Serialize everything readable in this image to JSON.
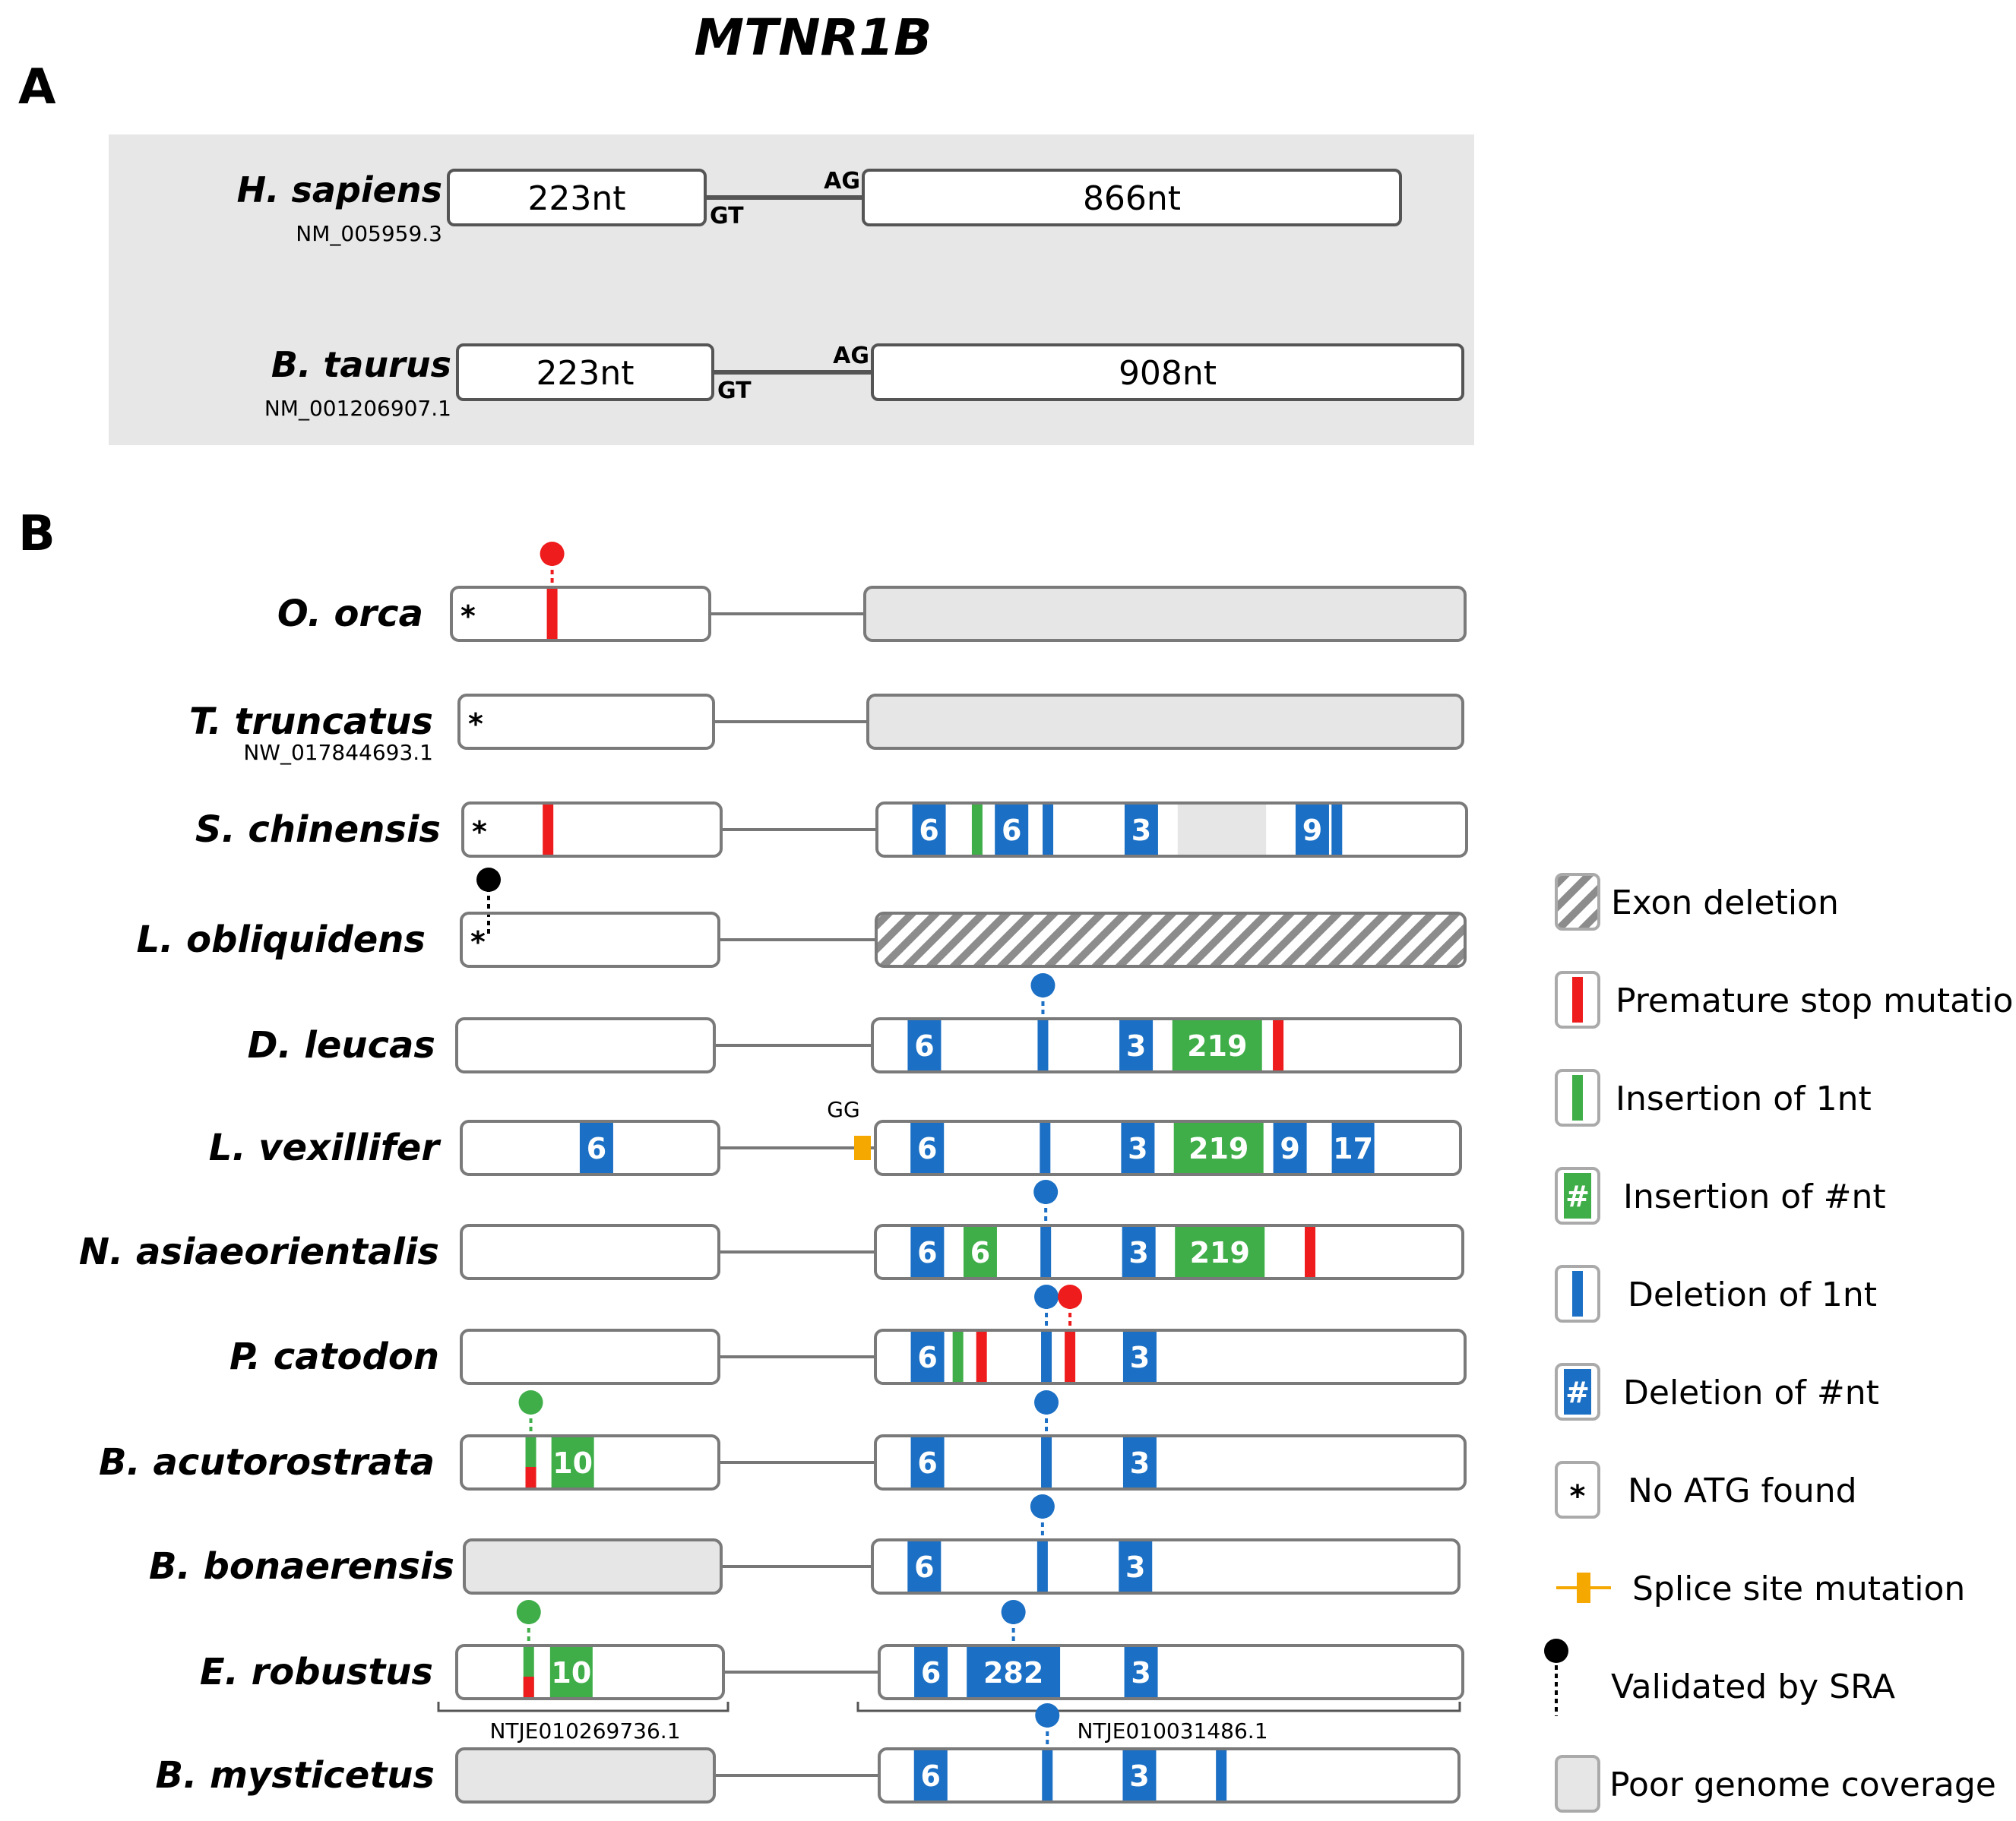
{
  "title": "MTNR1B",
  "panel_a": {
    "label": "A",
    "species": [
      {
        "name": "H. sapiens",
        "accession": "NM_005959.3",
        "exon1": "223nt",
        "exon2": "866nt",
        "donor": "GT",
        "acceptor": "AG"
      },
      {
        "name": "B. taurus",
        "accession": "NM_001206907.1",
        "exon1": "223nt",
        "exon2": "908nt",
        "donor": "GT",
        "acceptor": "AG"
      }
    ]
  },
  "panel_b": {
    "label": "B",
    "species": [
      {
        "name": "O. orca",
        "ex2": "poor",
        "marks": [
          {
            "exon": 1,
            "type": "noatg"
          },
          {
            "exon": 1,
            "type": "stop",
            "at": 0.39,
            "pin": "red"
          }
        ]
      },
      {
        "name": "T. truncatus",
        "accession": "NW_017844693.1",
        "ex2": "poor",
        "marks": [
          {
            "exon": 1,
            "type": "noatg"
          }
        ]
      },
      {
        "name": "S. chinensis",
        "marks": [
          {
            "exon": 1,
            "type": "noatg"
          },
          {
            "exon": 1,
            "type": "stop",
            "at": 0.33
          },
          {
            "exon": 2,
            "type": "deln",
            "at": 0.06,
            "label": "6"
          },
          {
            "exon": 2,
            "type": "ins1",
            "at": 0.17
          },
          {
            "exon": 2,
            "type": "deln",
            "at": 0.2,
            "label": "6"
          },
          {
            "exon": 2,
            "type": "del1",
            "at": 0.29
          },
          {
            "exon": 2,
            "type": "deln",
            "at": 0.42,
            "label": "3"
          },
          {
            "exon": 2,
            "type": "gap",
            "at": 0.51,
            "end": 0.66
          },
          {
            "exon": 2,
            "type": "deln",
            "at": 0.71,
            "label": "9"
          },
          {
            "exon": 2,
            "type": "del1",
            "at": 0.78
          }
        ]
      },
      {
        "name": "L. obliquidens",
        "ex2": "deleted",
        "marks": [
          {
            "exon": 1,
            "type": "noatg",
            "validated": true
          }
        ]
      },
      {
        "name": "D. leucas",
        "marks": [
          {
            "exon": 2,
            "type": "deln",
            "at": 0.06,
            "label": "6"
          },
          {
            "exon": 2,
            "type": "del1",
            "at": 0.29,
            "pin": "blue"
          },
          {
            "exon": 2,
            "type": "deln",
            "at": 0.42,
            "label": "3"
          },
          {
            "exon": 2,
            "type": "insn",
            "at": 0.51,
            "label": "219"
          },
          {
            "exon": 2,
            "type": "stop",
            "at": 0.69
          }
        ]
      },
      {
        "name": "L. vexillifer",
        "splice_label": "GG",
        "marks": [
          {
            "exon": 1,
            "type": "deln",
            "at": 0.46,
            "label": "6"
          },
          {
            "exon": 2,
            "type": "splice"
          },
          {
            "exon": 2,
            "type": "deln",
            "at": 0.06,
            "label": "6"
          },
          {
            "exon": 2,
            "type": "del1",
            "at": 0.29
          },
          {
            "exon": 2,
            "type": "deln",
            "at": 0.42,
            "label": "3"
          },
          {
            "exon": 2,
            "type": "insn",
            "at": 0.51,
            "label": "219"
          },
          {
            "exon": 2,
            "type": "deln",
            "at": 0.68,
            "label": "9"
          },
          {
            "exon": 2,
            "type": "deln",
            "at": 0.78,
            "label": "17"
          }
        ]
      },
      {
        "name": "N. asiaeorientalis",
        "marks": [
          {
            "exon": 2,
            "type": "deln",
            "at": 0.06,
            "label": "6"
          },
          {
            "exon": 2,
            "type": "insn",
            "at": 0.15,
            "label": "6"
          },
          {
            "exon": 2,
            "type": "del1",
            "at": 0.29,
            "pin": "blue"
          },
          {
            "exon": 2,
            "type": "deln",
            "at": 0.42,
            "label": "3"
          },
          {
            "exon": 2,
            "type": "insn",
            "at": 0.51,
            "label": "219"
          },
          {
            "exon": 2,
            "type": "stop",
            "at": 0.74
          }
        ]
      },
      {
        "name": "P. catodon",
        "marks": [
          {
            "exon": 2,
            "type": "deln",
            "at": 0.06,
            "label": "6"
          },
          {
            "exon": 2,
            "type": "ins1",
            "at": 0.14
          },
          {
            "exon": 2,
            "type": "stop",
            "at": 0.18
          },
          {
            "exon": 2,
            "type": "del1",
            "at": 0.29,
            "pin": "blue"
          },
          {
            "exon": 2,
            "type": "stop",
            "at": 0.33,
            "pin": "red"
          },
          {
            "exon": 2,
            "type": "deln",
            "at": 0.42,
            "label": "3"
          }
        ]
      },
      {
        "name": "B. acutorostrata",
        "marks": [
          {
            "exon": 1,
            "type": "insstop",
            "at": 0.27,
            "pin": "green"
          },
          {
            "exon": 1,
            "type": "insn",
            "at": 0.35,
            "label": "10"
          },
          {
            "exon": 2,
            "type": "deln",
            "at": 0.06,
            "label": "6"
          },
          {
            "exon": 2,
            "type": "del1",
            "at": 0.29,
            "pin": "blue"
          },
          {
            "exon": 2,
            "type": "deln",
            "at": 0.42,
            "label": "3"
          }
        ]
      },
      {
        "name": "B. bonaerensis",
        "ex1": "poor",
        "marks": [
          {
            "exon": 2,
            "type": "deln",
            "at": 0.06,
            "label": "6"
          },
          {
            "exon": 2,
            "type": "del1",
            "at": 0.29,
            "pin": "blue"
          },
          {
            "exon": 2,
            "type": "deln",
            "at": 0.42,
            "label": "3"
          }
        ]
      },
      {
        "name": "E. robustus",
        "acc1": "NTJE010269736.1",
        "acc2": "NTJE010031486.1",
        "marks": [
          {
            "exon": 1,
            "type": "insstop",
            "at": 0.27,
            "pin": "green"
          },
          {
            "exon": 1,
            "type": "insn",
            "at": 0.35,
            "label": "10"
          },
          {
            "exon": 2,
            "type": "deln",
            "at": 0.06,
            "label": "6"
          },
          {
            "exon": 2,
            "type": "deln",
            "at": 0.15,
            "end": 0.31,
            "label": "282",
            "pin": "blue"
          },
          {
            "exon": 2,
            "type": "deln",
            "at": 0.42,
            "label": "3"
          }
        ]
      },
      {
        "name": "B. mysticetus",
        "ex1": "poor",
        "marks": [
          {
            "exon": 2,
            "type": "deln",
            "at": 0.06,
            "label": "6"
          },
          {
            "exon": 2,
            "type": "del1",
            "at": 0.29,
            "pin": "blue"
          },
          {
            "exon": 2,
            "type": "deln",
            "at": 0.42,
            "label": "3"
          },
          {
            "exon": 2,
            "type": "del1",
            "at": 0.59
          }
        ]
      }
    ]
  },
  "legend": [
    {
      "key": "exon_deletion",
      "label": "Exon deletion"
    },
    {
      "key": "stop",
      "label": "Premature stop mutation"
    },
    {
      "key": "ins1",
      "label": "Insertion of 1nt"
    },
    {
      "key": "insn",
      "label": "Insertion of #nt",
      "symbol": "#"
    },
    {
      "key": "del1",
      "label": "Deletion of 1nt"
    },
    {
      "key": "deln",
      "label": "Deletion of #nt",
      "symbol": "#"
    },
    {
      "key": "noatg",
      "label": "No ATG found",
      "symbol": "*"
    },
    {
      "key": "splice",
      "label": "Splice site mutation"
    },
    {
      "key": "sra",
      "label": "Validated by SRA"
    },
    {
      "key": "poor",
      "label": "Poor genome coverage"
    }
  ],
  "colors": {
    "stop": "#ee1c1c",
    "insertion": "#3fae49",
    "deletion": "#1b6fc4",
    "splice": "#f5a800",
    "validated": "#000000",
    "poor_coverage": "#e6e6e6",
    "panel_a_background": "#e7e7e7",
    "outline": "#7a7a7a"
  }
}
